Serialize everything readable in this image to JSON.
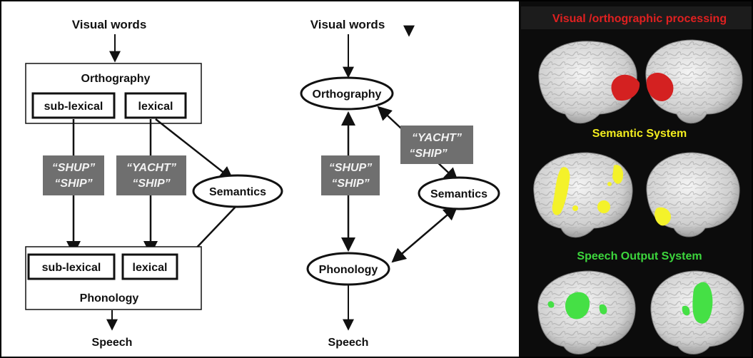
{
  "left_model": {
    "input": "Visual words",
    "orthography": "Orthography",
    "ortho_sublexical": "sub-lexical",
    "ortho_lexical": "lexical",
    "example_sublexical": [
      "“SHUP”",
      "“SHIP”"
    ],
    "example_lexical": [
      "“YACHT”",
      "“SHIP”"
    ],
    "semantics": "Semantics",
    "phon_sublexical": "sub-lexical",
    "phon_lexical": "lexical",
    "phonology": "Phonology",
    "output": "Speech"
  },
  "middle_model": {
    "input": "Visual words",
    "orthography": "Orthography",
    "example_direct": [
      "“SHUP”",
      "“SHIP”"
    ],
    "example_semantic": [
      "“YACHT”",
      "“SHIP”"
    ],
    "semantics": "Semantics",
    "phonology": "Phonology",
    "output": "Speech"
  },
  "brain_panel": {
    "titles": [
      {
        "text": "Visual /orthographic processing",
        "color": "#e02020"
      },
      {
        "text": "Semantic System",
        "color": "#f2ec1e"
      },
      {
        "text": "Speech Output System",
        "color": "#3dd63d"
      }
    ],
    "colors": {
      "background": "#0c0c0c",
      "cortex": "#d7d7d7",
      "visual": "#d42121",
      "semantic": "#f4f22a",
      "speech": "#45e045"
    }
  }
}
